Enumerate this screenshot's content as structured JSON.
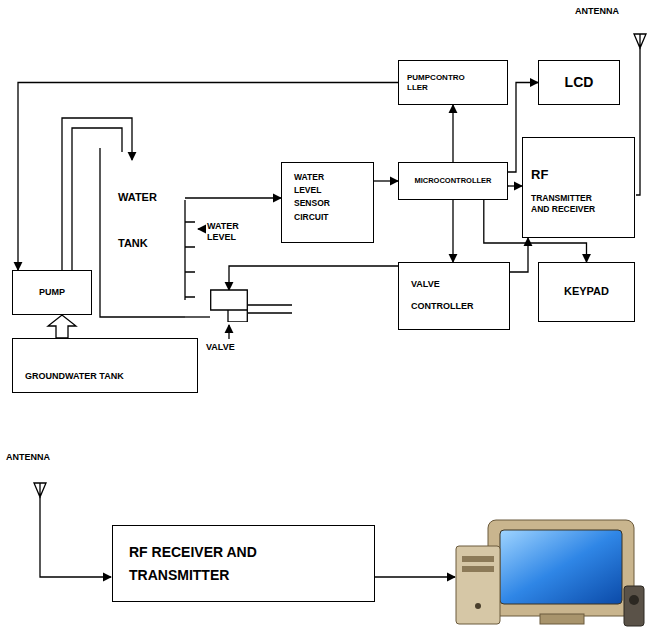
{
  "diagram": {
    "nodes": [
      {
        "text": [
          "PUMPCONTRO LLER"
        ]
      },
      {
        "text": [
          "LCD"
        ]
      },
      {
        "text": [
          "RF",
          "TRANSMITTER AND RECEIVER"
        ]
      },
      {
        "text": [
          "WATER LEVEL SENSOR CIRCUIT"
        ]
      },
      {
        "text": [
          "MICROCONTROLLER"
        ]
      },
      {
        "text": [
          "PUMP"
        ]
      },
      {
        "text": [
          "WATER TANK"
        ]
      },
      {
        "text": [
          "VALVE CONTROLLER"
        ]
      },
      {
        "text": [
          "KEYPAD"
        ]
      },
      {
        "text": [
          "GROUNDWATER TANK"
        ]
      },
      {
        "text": [
          "RF RECEIVER AND TRANSMITTER"
        ]
      },
      {
        "text": [
          "VALVE"
        ]
      }
    ],
    "edges": [
      {
        "from": 6,
        "to": 3,
        "arrow": "to"
      },
      {
        "from": 3,
        "to": 4,
        "arrow": "to"
      },
      {
        "from": 4,
        "to": 0,
        "arrow": "to"
      },
      {
        "from": 0,
        "to": 5,
        "arrow": "to"
      },
      {
        "from": 4,
        "to": 1,
        "arrow": "to"
      },
      {
        "from": 4,
        "to": 2,
        "arrow": "to"
      },
      {
        "from": 4,
        "to": 7,
        "arrow": "to"
      },
      {
        "from": 4,
        "to": 8,
        "arrow": "to"
      },
      {
        "from": 7,
        "to": 2,
        "arrow": "to"
      },
      {
        "from": 7,
        "to": 11,
        "arrow": "to"
      },
      {
        "from": 6,
        "to": 11,
        "arrow": "none"
      },
      {
        "from": 5,
        "to": 6,
        "arrow": "to"
      },
      {
        "from": 9,
        "to": 5,
        "arrow": "to"
      }
    ],
    "labels": [
      "ANTENNA",
      "WATER LEVEL",
      "ANTENNA"
    ]
  }
}
